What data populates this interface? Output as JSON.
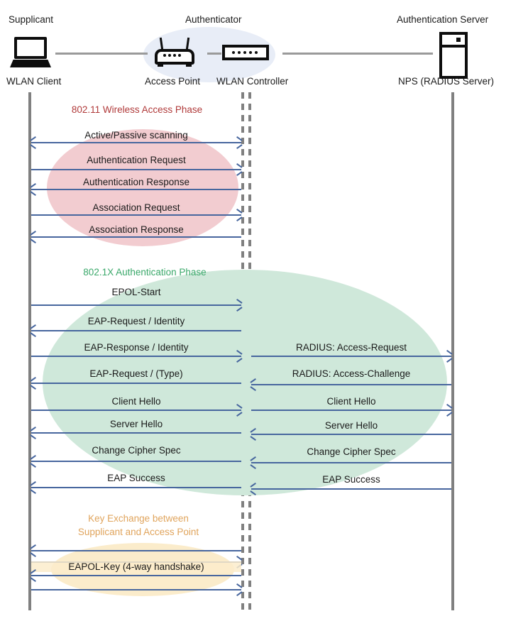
{
  "actors": [
    {
      "role": "Supplicant",
      "device": "WLAN Client",
      "icon": "laptop-icon"
    },
    {
      "role": "Authenticator",
      "device": "Access Point",
      "icon": "access-point-icon"
    },
    {
      "role": "",
      "device": "WLAN Controller",
      "icon": "wlan-controller-icon"
    },
    {
      "role": "Authentication Server",
      "device": "NPS (RADIUS Server)",
      "icon": "server-icon"
    }
  ],
  "phases": [
    {
      "id": "wireless-access",
      "title": "802.11 Wireless Access Phase",
      "title_color": "#b03a3a",
      "ellipse_color": "#f2ccd0",
      "messages": [
        {
          "label": "Active/Passive scanning",
          "dir": "both",
          "side": "left"
        },
        {
          "label": "Authentication Request",
          "dir": "right",
          "side": "left"
        },
        {
          "label": "Authentication Response",
          "dir": "left",
          "side": "left"
        },
        {
          "label": "Association Request",
          "dir": "right",
          "side": "left"
        },
        {
          "label": "Association Response",
          "dir": "left",
          "side": "left"
        }
      ]
    },
    {
      "id": "dot1x-authentication",
      "title": "802.1X Authentication Phase",
      "title_color": "#3aa86a",
      "ellipse_color": "#cfe8da",
      "messages": [
        {
          "label": "EPOL-Start",
          "dir": "right",
          "side": "left"
        },
        {
          "label": "EAP-Request / Identity",
          "dir": "left",
          "side": "left"
        },
        {
          "label": "EAP-Response / Identity",
          "dir": "right",
          "side": "left"
        },
        {
          "label": "RADIUS: Access-Request",
          "dir": "right",
          "side": "right"
        },
        {
          "label": "EAP-Request / (Type)",
          "dir": "left",
          "side": "left"
        },
        {
          "label": "RADIUS: Access-Challenge",
          "dir": "left",
          "side": "right"
        },
        {
          "label": "Client Hello",
          "dir": "right",
          "side": "left"
        },
        {
          "label": "Client Hello",
          "dir": "right",
          "side": "right"
        },
        {
          "label": "Server Hello",
          "dir": "left",
          "side": "left"
        },
        {
          "label": "Server Hello",
          "dir": "left",
          "side": "right"
        },
        {
          "label": "Change Cipher Spec",
          "dir": "left",
          "side": "left"
        },
        {
          "label": "Change Cipher Spec",
          "dir": "left",
          "side": "right"
        },
        {
          "label": "EAP Success",
          "dir": "left",
          "side": "left"
        },
        {
          "label": "EAP Success",
          "dir": "left",
          "side": "right"
        }
      ]
    },
    {
      "id": "key-exchange",
      "title_line1": "Key Exchange between",
      "title_line2": "Supplicant and Access Point",
      "title_color": "#e0a45c",
      "ellipse_color": "#fbeccb",
      "messages": [
        {
          "label": "",
          "dir": "left",
          "side": "left"
        },
        {
          "label": "",
          "dir": "right",
          "side": "left"
        },
        {
          "label": "EAPOL-Key (4-way handshake)",
          "dir": "left",
          "side": "left"
        },
        {
          "label": "",
          "dir": "right",
          "side": "left"
        }
      ]
    }
  ],
  "colors": {
    "arrow": "#47669e",
    "lifeline": "#808080",
    "wire": "#9a9a9a",
    "authenticator_blob": "#e8edf7",
    "icon_stroke": "#0d0d0d"
  }
}
